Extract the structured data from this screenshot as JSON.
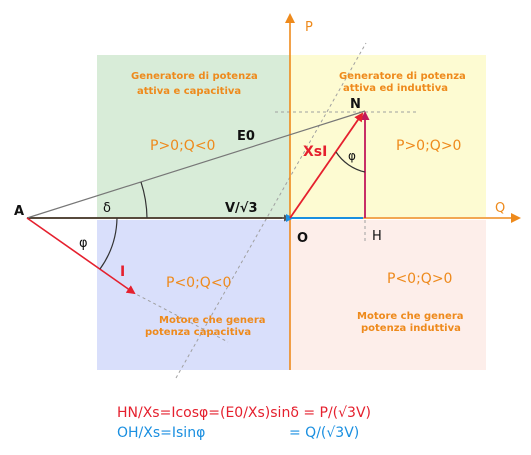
{
  "colors": {
    "orange": "#ee8a1c",
    "red": "#e5202e",
    "blue": "#1a8fe0",
    "dark_red": "#c2185b",
    "grid": "#a0a0a0",
    "q2_fill": "#d8ecd8",
    "q1_fill": "#fdfbd2",
    "q3_fill": "#d9dffb",
    "q4_fill": "#fdeeea"
  },
  "axes": {
    "p": "P",
    "q": "Q"
  },
  "quadrants": {
    "q2": {
      "title_line1": "Generatore di potenza",
      "title_line2": "attiva e capacitiva",
      "sign": "P>0;Q<0"
    },
    "q1": {
      "title_line1": "Generatore di potenza",
      "title_line2": "attiva ed induttiva",
      "sign": "P>0;Q>0"
    },
    "q3": {
      "sign": "P<0;Q<0",
      "title_line1": "Motore che genera",
      "title_line2": "potenza capacitiva"
    },
    "q4": {
      "sign": "P<0;Q>0",
      "title_line1": "Motore che genera",
      "title_line2": "potenza induttiva"
    }
  },
  "labels": {
    "A": "A",
    "O": "O",
    "N": "N",
    "H": "H",
    "E0": "E0",
    "V": "V/√3",
    "XsI": "XsI",
    "I": "I",
    "delta": "δ",
    "phi_left": "φ",
    "phi_right": "φ"
  },
  "equations": {
    "line1": "HN/Xs=Icosφ=(E0/Xs)sinδ = P/(√3V)",
    "line2_left": "OH/Xs=Isinφ",
    "line2_right": "= Q/(√3V)"
  }
}
